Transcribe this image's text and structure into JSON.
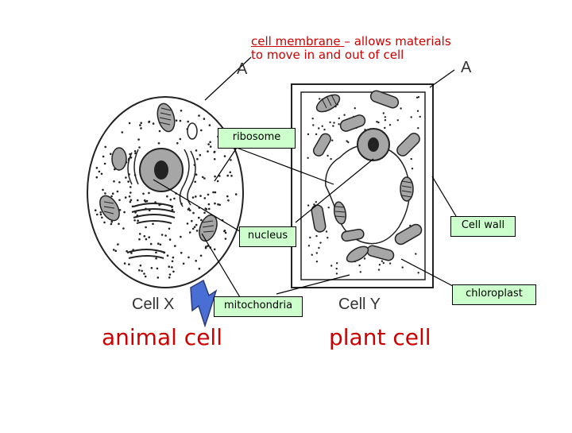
{
  "labels": {
    "membrane_title": "cell membrane ",
    "membrane_rest": "– allows materials to move in and out of cell",
    "ribosome": "ribosome",
    "nucleus": "nucleus",
    "mitochondria": "mitochondria",
    "cell_wall": "Cell wall",
    "chloroplast": "chloroplast",
    "a_left": "A",
    "a_right": "A",
    "cell_x": "Cell X",
    "cell_y": "Cell Y",
    "animal_cell": "animal cell",
    "plant_cell": "plant cell"
  },
  "colors": {
    "label_box_bg": "#ccffcc",
    "title_red": "#cc0000",
    "lightning_blue": "#4a6fd4",
    "organelle_gray": "#a6a6a6"
  }
}
